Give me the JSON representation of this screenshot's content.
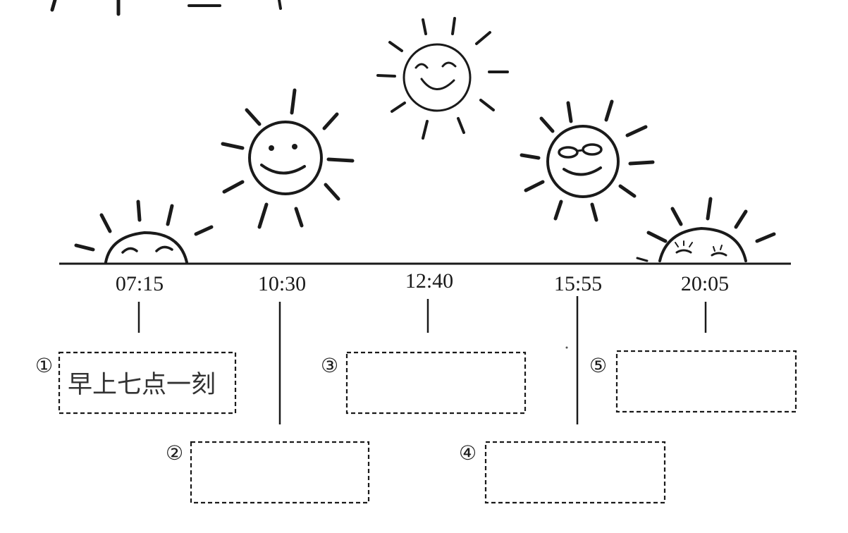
{
  "times": [
    "07:15",
    "10:30",
    "12:40",
    "15:55",
    "20:05"
  ],
  "boxes": [
    {
      "marker": "①",
      "answer": "早上七点一刻"
    },
    {
      "marker": "②",
      "answer": ""
    },
    {
      "marker": "③",
      "answer": ""
    },
    {
      "marker": "④",
      "answer": ""
    },
    {
      "marker": "⑤",
      "answer": ""
    }
  ],
  "suns": [
    {
      "time": "07:15",
      "face": "rising-smile"
    },
    {
      "time": "10:30",
      "face": "smile"
    },
    {
      "time": "12:40",
      "face": "happy"
    },
    {
      "time": "15:55",
      "face": "sunglasses"
    },
    {
      "time": "20:05",
      "face": "sleepy-setting"
    }
  ]
}
